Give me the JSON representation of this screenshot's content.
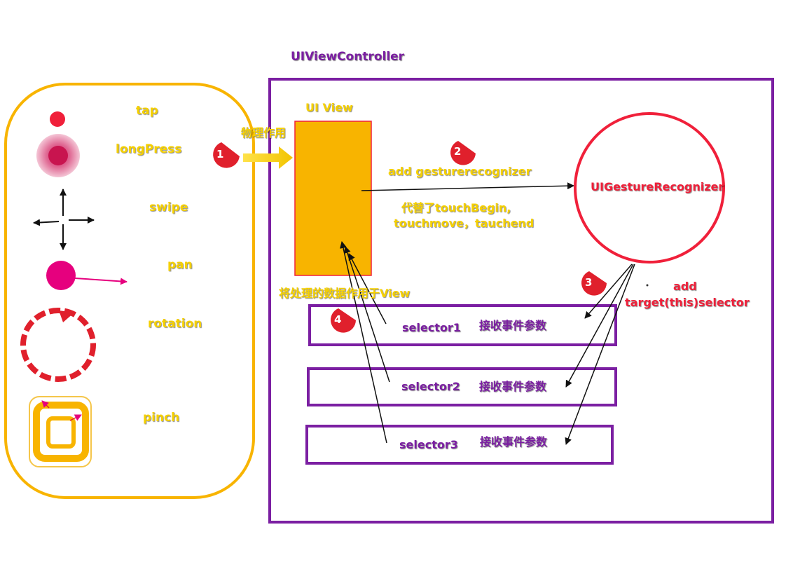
{
  "title": "UIViewController",
  "gestures": [
    {
      "name": "tap"
    },
    {
      "name": "longPress"
    },
    {
      "name": "swipe"
    },
    {
      "name": "pan"
    },
    {
      "name": "rotation"
    },
    {
      "name": "pinch"
    }
  ],
  "view_label": "UI View",
  "physical_label": "物理作用",
  "add_label": "add gesturerecognizer",
  "replace_line1": "代替了touchBegin,",
  "replace_line2": "touchmove，tauchend",
  "recognizer_label": "UIGestureRecognizer",
  "target_line1": "add",
  "target_line2": "target(this)selector",
  "apply_label": "将处理的数据作用于View",
  "selectors": [
    {
      "name": "selector1",
      "desc": "接收事件参数"
    },
    {
      "name": "selector2",
      "desc": "接收事件参数"
    },
    {
      "name": "selector3",
      "desc": "接收事件参数"
    }
  ],
  "steps": [
    "1",
    "2",
    "3",
    "4"
  ],
  "colors": {
    "purple": "#7b1fa2",
    "orange": "#f8b400",
    "red": "#f0203a",
    "yellow": "#f5d000",
    "magenta": "#e6007e"
  }
}
